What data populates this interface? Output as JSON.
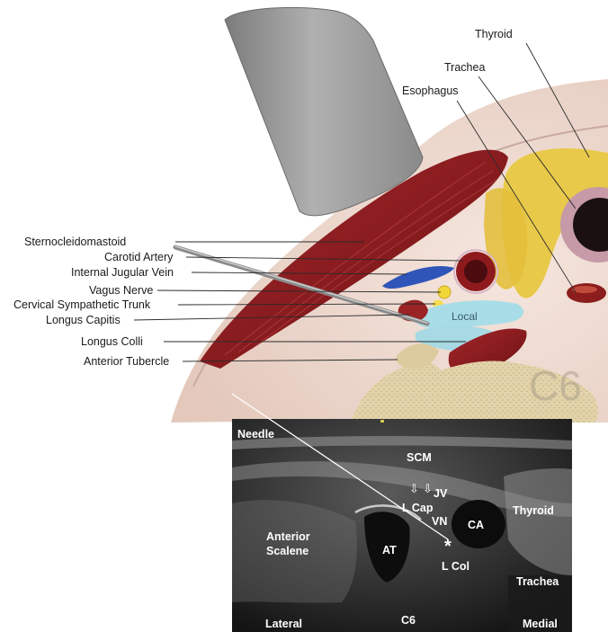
{
  "illustration": {
    "labels_left": [
      "Sternocleidomastoid",
      "Carotid Artery",
      "Internal Jugular Vein",
      "Vagus Nerve",
      "Cervical Sympathetic Trunk",
      "Longus Capitis",
      "Longus Colli",
      "Anterior Tubercle"
    ],
    "labels_top": [
      "Thyroid",
      "Trachea",
      "Esophagus"
    ],
    "local_label": "Local",
    "vertebra_label": "C6"
  },
  "ultrasound": {
    "labels": {
      "needle": "Needle",
      "scm": "SCM",
      "jv": "JV",
      "l_cap": "L Cap",
      "vn": "VN",
      "ca": "CA",
      "thyroid": "Thyroid",
      "anterior": "Anterior",
      "scalene": "Scalene",
      "at": "AT",
      "asterisk": "*",
      "l_col": "L Col",
      "trachea": "Trachea",
      "lateral": "Lateral",
      "c6": "C6",
      "medial": "Medial"
    }
  },
  "colors": {
    "muscle": "#8e1a1d",
    "skin": "#eedad0",
    "bone": "#e2d3aa",
    "thyroid": "#e9c94a",
    "vein": "#2f55b8",
    "local": "#a8dde7",
    "probe": "#9b9b9b"
  }
}
